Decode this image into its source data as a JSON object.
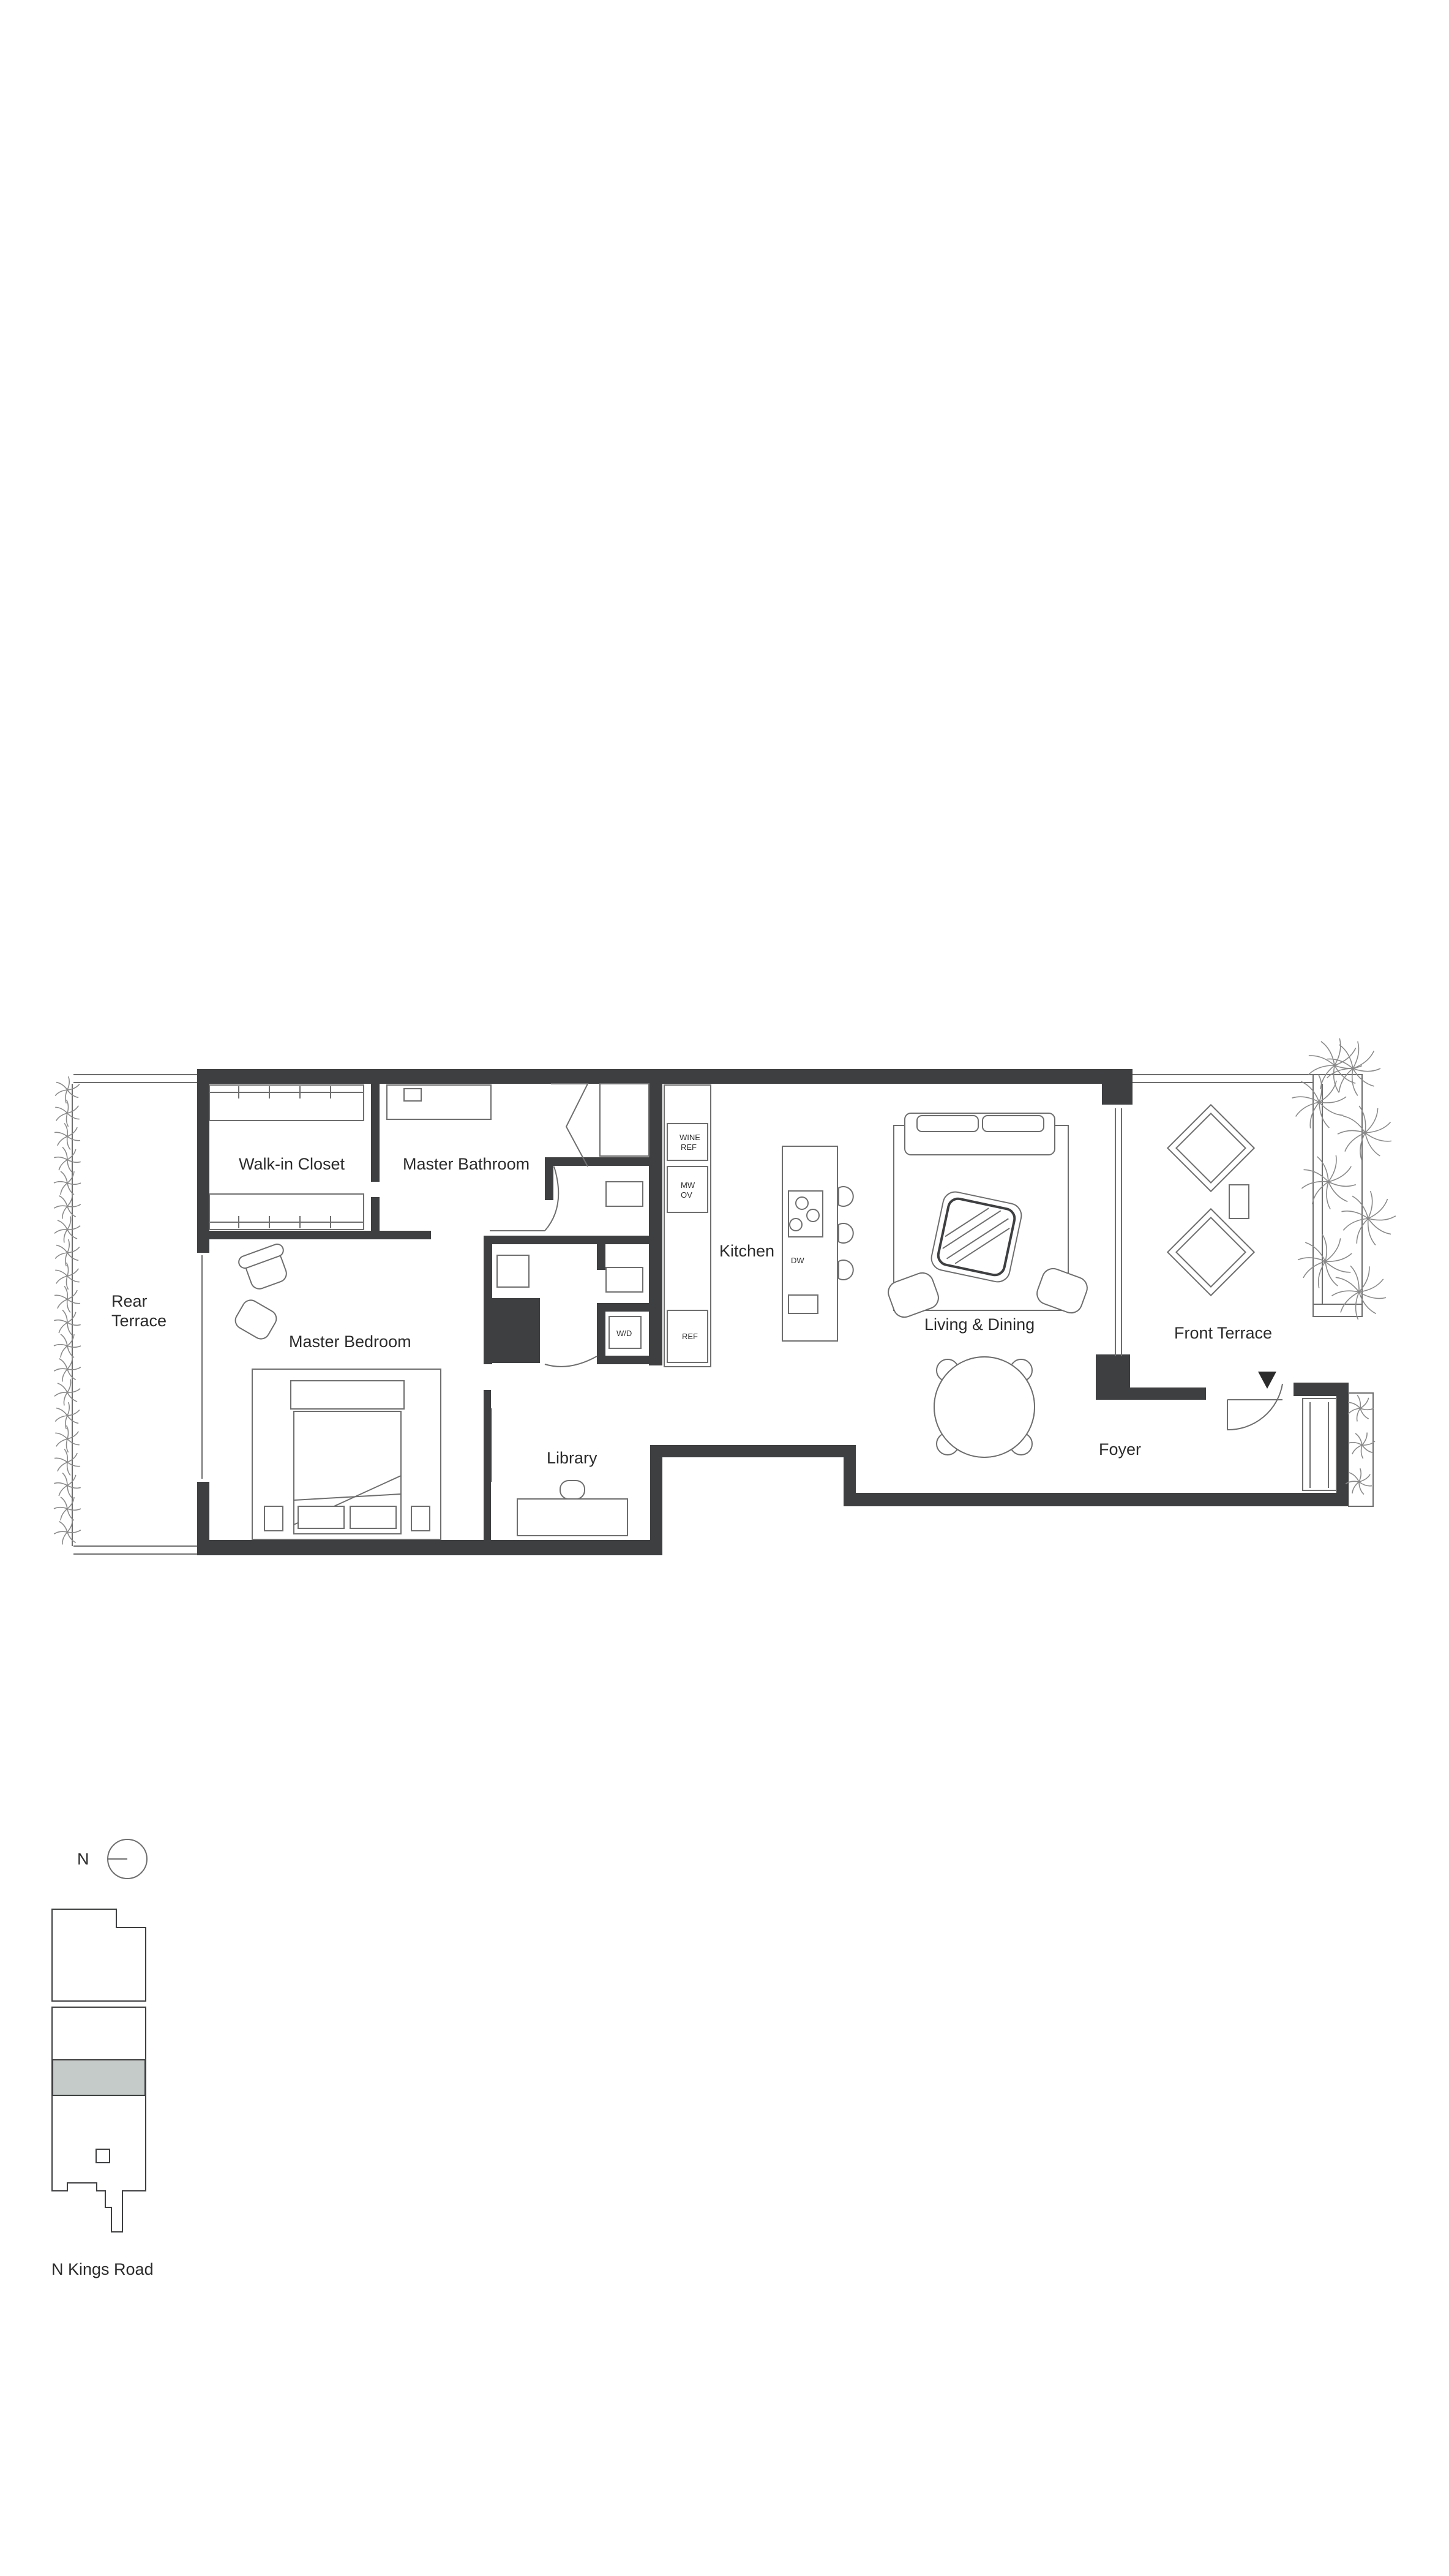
{
  "rooms": {
    "rear_terrace_line1": "Rear",
    "rear_terrace_line2": "Terrace",
    "walk_in_closet": "Walk-in Closet",
    "master_bathroom": "Master Bathroom",
    "master_bedroom": "Master Bedroom",
    "library": "Library",
    "kitchen": "Kitchen",
    "living_dining": "Living & Dining",
    "front_terrace": "Front Terrace",
    "foyer": "Foyer"
  },
  "appliances": {
    "wine_ref_line1": "WINE",
    "wine_ref_line2": "REF",
    "mw_ov_line1": "MW",
    "mw_ov_line2": "OV",
    "ref": "REF",
    "dw": "DW",
    "wd": "W/D"
  },
  "key_plan": {
    "north_label": "N",
    "street_label": "N Kings Road"
  },
  "colors": {
    "wall": "#3e3f41",
    "line": "#6e6e6e",
    "highlight_unit": "#c5cbc8"
  },
  "icons": {
    "entry": "entry-arrow-icon",
    "north": "north-arrow-icon"
  }
}
